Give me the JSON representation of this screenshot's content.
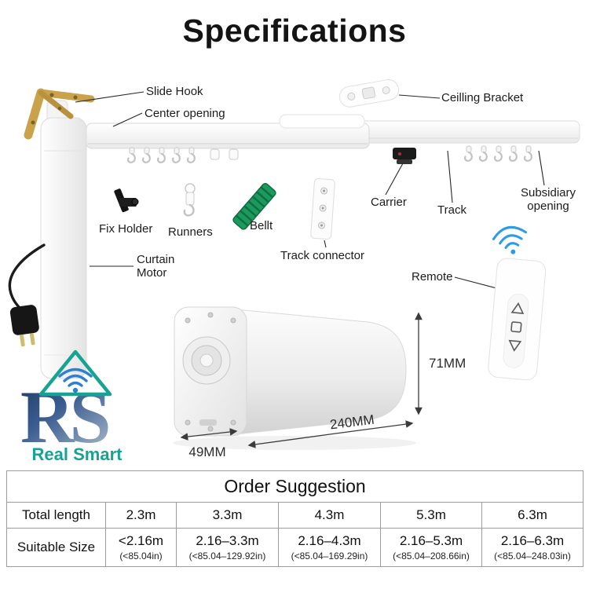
{
  "title": "Specifications",
  "diagram": {
    "labels": {
      "slide_hook": "Slide Hook",
      "center_opening": "Center opening",
      "ceiling_bracket": "Ceilling Bracket",
      "fix_holder": "Fix Holder",
      "runners": "Runners",
      "belt": "Bellt",
      "track_connector": "Track connector",
      "carrier": "Carrier",
      "track": "Track",
      "subsidiary_line1": "Subsidiary",
      "subsidiary_line2": "opening",
      "curtain_line1": "Curtain",
      "curtain_line2": "Motor",
      "remote": "Remote"
    },
    "dimensions": {
      "height": "71MM",
      "length": "240MM",
      "depth": "49MM"
    },
    "colors": {
      "belt_green": "#1c9a5e",
      "bracket_gold": "#c9a24b",
      "wifi_blue": "#2d9ce8"
    }
  },
  "logo": {
    "initials": "RS",
    "name": "Real Smart",
    "teal": "#16a393",
    "navy": "#203a62",
    "wifi_blue": "#2d7fd3"
  },
  "table": {
    "title": "Order Suggestion",
    "rows": [
      {
        "header": "Total length",
        "cells": [
          "2.3m",
          "3.3m",
          "4.3m",
          "5.3m",
          "6.3m"
        ]
      },
      {
        "header": "Suitable Size",
        "cells": [
          "<2.16m",
          "2.16–3.3m",
          "2.16–4.3m",
          "2.16–5.3m",
          "2.16–6.3m"
        ],
        "cells_sub": [
          "(<85.04in)",
          "(<85.04–129.92in)",
          "(<85.04–169.29in)",
          "(<85.04–208.66in)",
          "(<85.04–248.03in)"
        ]
      }
    ]
  }
}
